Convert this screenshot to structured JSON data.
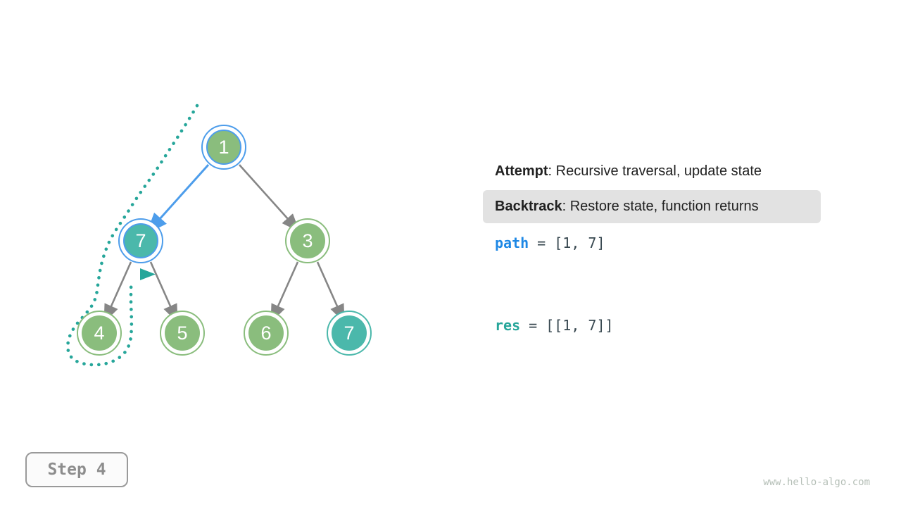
{
  "tree": {
    "nodes": [
      {
        "label": "1",
        "state": "on-path-highlight"
      },
      {
        "label": "7",
        "state": "on-path-highlight"
      },
      {
        "label": "3",
        "state": "unvisited"
      },
      {
        "label": "4",
        "state": "unvisited"
      },
      {
        "label": "5",
        "state": "unvisited"
      },
      {
        "label": "6",
        "state": "unvisited"
      },
      {
        "label": "7",
        "state": "in-result"
      }
    ]
  },
  "legend": {
    "attempt_label": "Attempt",
    "attempt_rest": ": Recursive traversal, update state",
    "backtrack_label": "Backtrack",
    "backtrack_rest": ": Restore state, function returns"
  },
  "state": {
    "path_label": "path",
    "path_value": "= [1, 7]",
    "res_label": "res",
    "res_value": "= [[1, 7]]"
  },
  "step_label": "Step 4",
  "watermark": "www.hello-algo.com",
  "colors": {
    "node_green": "#8ABD7D",
    "node_teal": "#4BB8AB",
    "highlight_blue": "#4D9DEB",
    "edge_gray": "#868686",
    "trace_teal": "#26A69A",
    "path_blue": "#1E88E5",
    "res_teal": "#26A69A",
    "code_text": "#37474F",
    "text_dark": "#212121",
    "backtrack_bg": "#E2E2E2",
    "step_gray": "#8D8D8D",
    "step_border": "#9A9A9A",
    "step_bg": "#FBFBFB",
    "watermark_gray": "#B5BFB7"
  }
}
